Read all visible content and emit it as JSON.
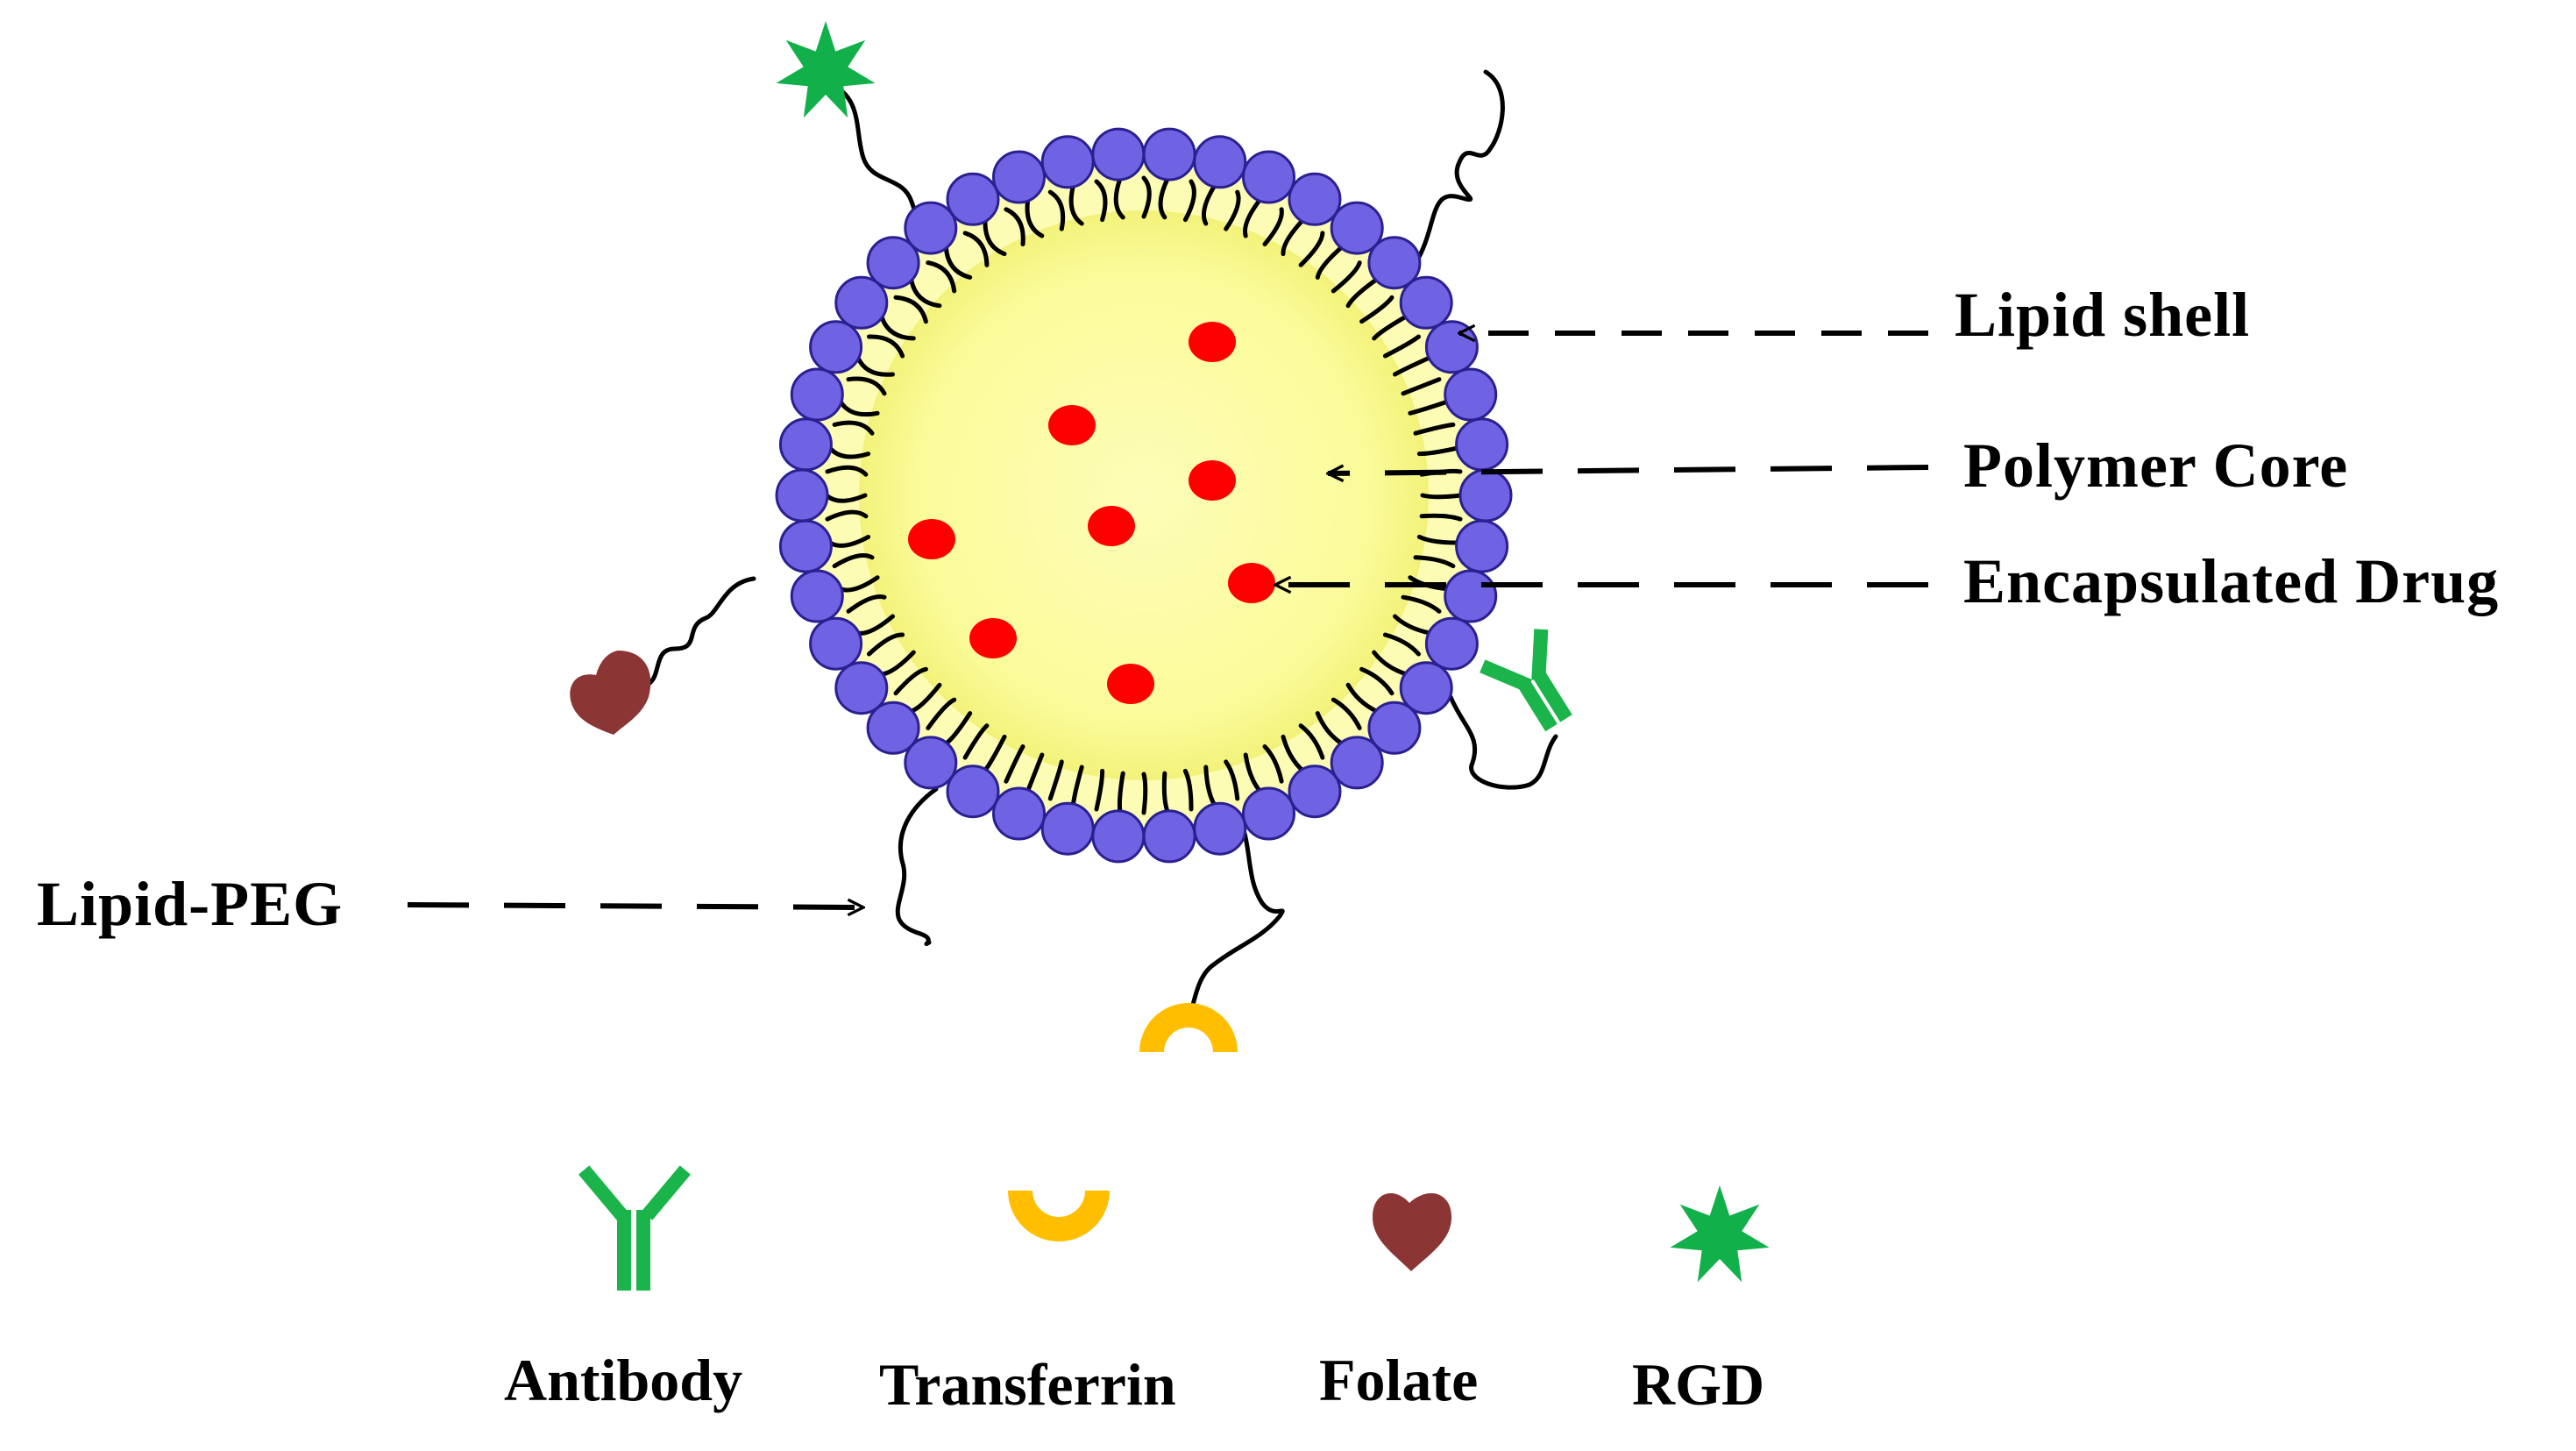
{
  "labels": {
    "lipid_shell": "Lipid shell",
    "polymer_core": "Polymer Core",
    "encapsulated_drug": "Encapsulated Drug",
    "lipid_peg": "Lipid-PEG"
  },
  "legend": {
    "antibody": "Antibody",
    "transferrin": "Transferrin",
    "folate": "Folate",
    "rgd": "RGD"
  },
  "colors": {
    "lipid_head": "#6f63e3",
    "lipid_head_stroke": "#2a2090",
    "core": "#fcfca6",
    "core_halo": "#f4f474",
    "drug": "#ff0000",
    "antibody": "#1ab44a",
    "transferrin": "#ffbf00",
    "folate": "#8b3535",
    "rgd": "#12b04a",
    "line": "#000000"
  },
  "icons": {
    "antibody": "antibody-icon",
    "transferrin": "transferrin-icon",
    "folate": "folate-heart-icon",
    "rgd": "rgd-star-icon"
  }
}
